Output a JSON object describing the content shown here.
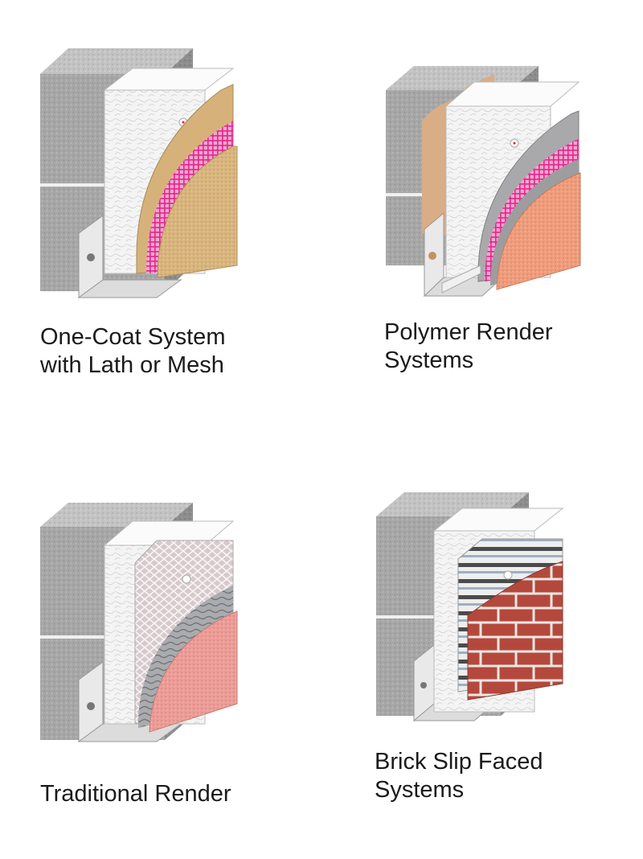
{
  "panels": [
    {
      "id": "one-coat",
      "caption": [
        "One-Coat System",
        "with Lath or Mesh"
      ],
      "finish_color": "#d9b57e",
      "mesh_color": "#e0288c"
    },
    {
      "id": "polymer",
      "caption": [
        "Polymer Render",
        "Systems"
      ],
      "finish_color": "#ef9c7c",
      "mesh_color": "#e0288c"
    },
    {
      "id": "traditional",
      "caption": [
        "Traditional Render"
      ],
      "finish_color": "#ec9c97",
      "mesh_color": "#cfcfcf"
    },
    {
      "id": "brick-slip",
      "caption": [
        "Brick Slip Faced",
        "Systems"
      ],
      "finish_color": "#b5483c",
      "mesh_color": "#9aa8b8"
    }
  ]
}
